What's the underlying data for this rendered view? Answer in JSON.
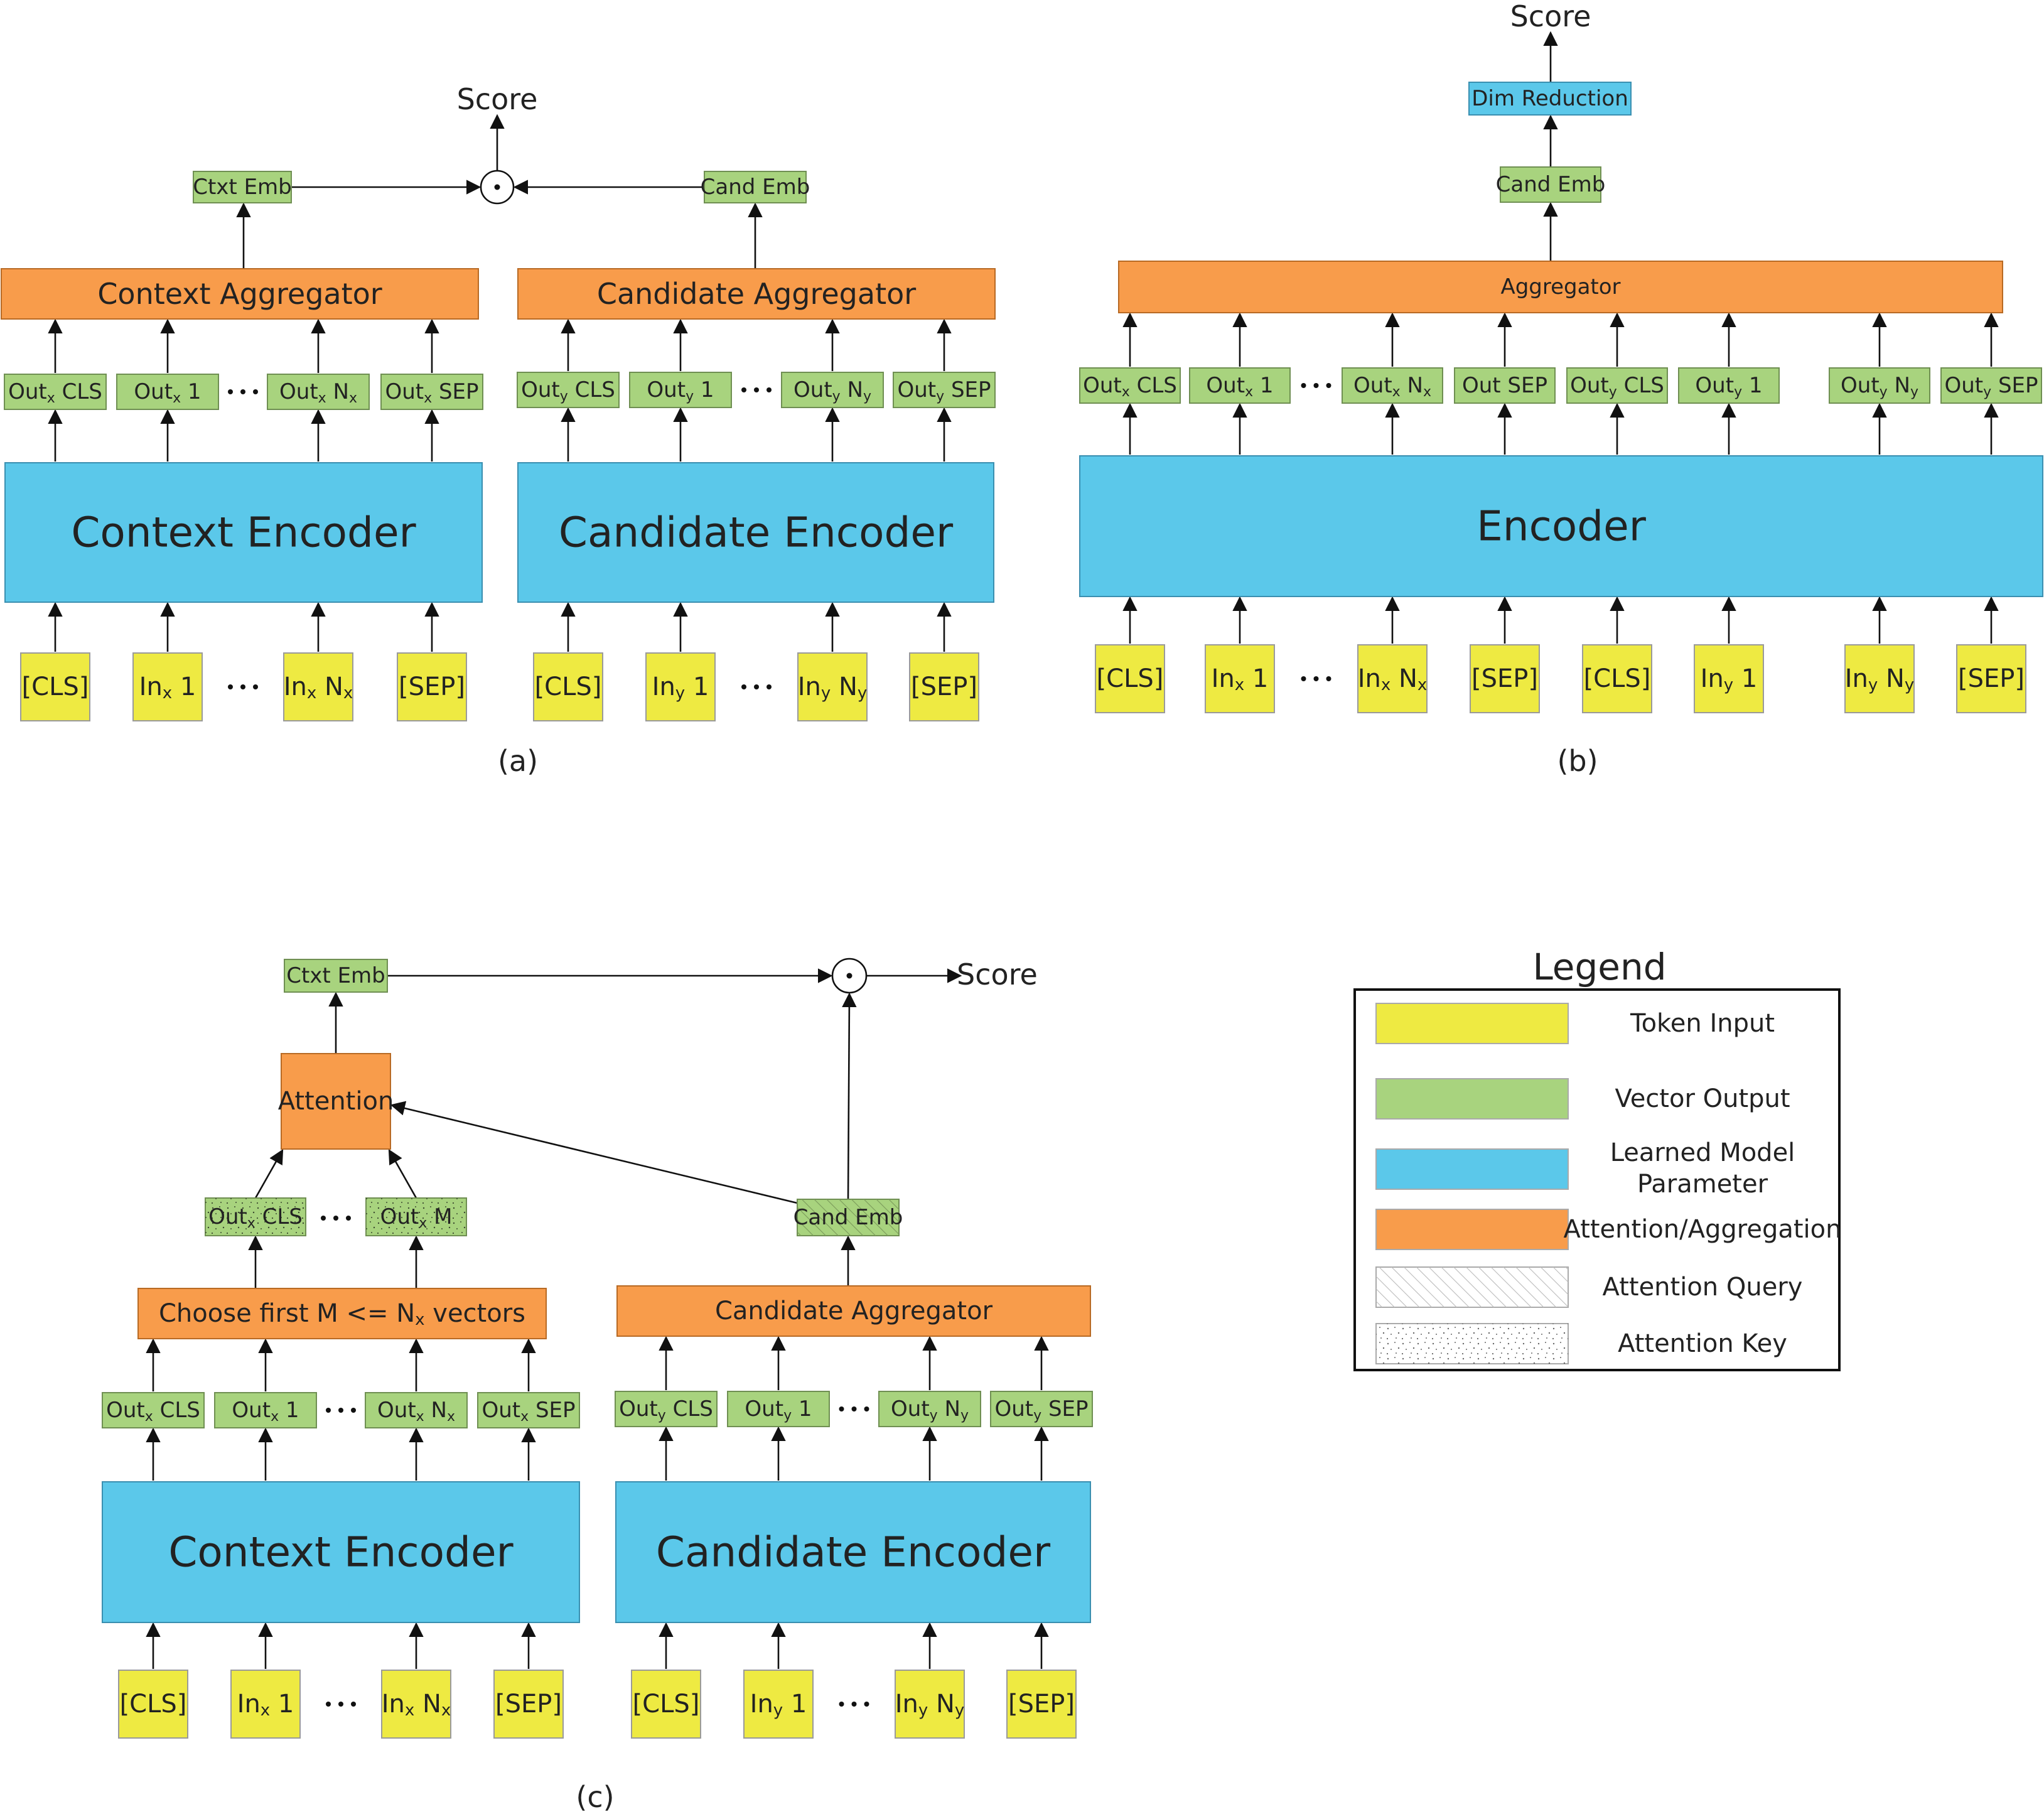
{
  "labels": {
    "score": "Score",
    "ctxt_emb": "Ctxt Emb",
    "cand_emb": "Cand Emb",
    "dim_reduction": "Dim Reduction",
    "context_aggregator": "Context Aggregator",
    "candidate_aggregator": "Candidate Aggregator",
    "aggregator": "Aggregator",
    "context_encoder": "Context Encoder",
    "candidate_encoder": "Candidate Encoder",
    "encoder": "Encoder",
    "attention": "Attention",
    "choose_first_pre": "Choose first M <= N",
    "choose_first_sub": "x",
    "choose_first_post": " vectors",
    "dot_symbol": "·",
    "ellipsis": "· · ·"
  },
  "tokens": {
    "inputs_x": [
      {
        "main": "[CLS]",
        "sub": "",
        "tail": ""
      },
      {
        "main": "In",
        "sub": "x",
        "tail": " 1"
      },
      {
        "main": "In",
        "sub": "x",
        "tail": " N"
      },
      {
        "main": "[SEP]",
        "sub": "",
        "tail": ""
      }
    ],
    "inputs_y": [
      {
        "main": "[CLS]",
        "sub": "",
        "tail": ""
      },
      {
        "main": "In",
        "sub": "y",
        "tail": " 1"
      },
      {
        "main": "In",
        "sub": "y",
        "tail": " N"
      },
      {
        "main": "[SEP]",
        "sub": "",
        "tail": ""
      }
    ],
    "outputs_x": [
      {
        "main": "Out",
        "sub": "x",
        "tail": " CLS"
      },
      {
        "main": "Out",
        "sub": "x",
        "tail": " 1"
      },
      {
        "main": "Out",
        "sub": "x",
        "tail": " N"
      },
      {
        "main": "Out",
        "sub": "x",
        "tail": " SEP"
      }
    ],
    "outputs_y": [
      {
        "main": "Out",
        "sub": "y",
        "tail": " CLS"
      },
      {
        "main": "Out",
        "sub": "y",
        "tail": " 1"
      },
      {
        "main": "Out",
        "sub": "y",
        "tail": " N"
      },
      {
        "main": "Out",
        "sub": "y",
        "tail": " SEP"
      }
    ],
    "outputs_b": [
      {
        "main": "Out",
        "sub": "x",
        "tail": " CLS"
      },
      {
        "main": "Out",
        "sub": "x",
        "tail": " 1"
      },
      {
        "main": "Out",
        "sub": "x",
        "tail": " N"
      },
      {
        "main": "Out SEP",
        "sub": "",
        "tail": ""
      },
      {
        "main": "Out",
        "sub": "y",
        "tail": " CLS"
      },
      {
        "main": "Out",
        "sub": "y",
        "tail": " 1"
      },
      {
        "main": "Out",
        "sub": "y",
        "tail": " N"
      },
      {
        "main": "Out",
        "sub": "y",
        "tail": " SEP"
      }
    ],
    "inputs_b": [
      {
        "main": "[CLS]",
        "sub": "",
        "tail": ""
      },
      {
        "main": "In",
        "sub": "x",
        "tail": " 1"
      },
      {
        "main": "In",
        "sub": "x",
        "tail": " N"
      },
      {
        "main": "[SEP]",
        "sub": "",
        "tail": ""
      },
      {
        "main": "[CLS]",
        "sub": "",
        "tail": ""
      },
      {
        "main": "In",
        "sub": "y",
        "tail": " 1"
      },
      {
        "main": "In",
        "sub": "y",
        "tail": " N"
      },
      {
        "main": "[SEP]",
        "sub": "",
        "tail": ""
      }
    ],
    "attn_keys": [
      {
        "main": "Out",
        "sub": "x",
        "tail": " CLS"
      },
      {
        "main": "Out",
        "sub": "x",
        "tail": " M"
      }
    ]
  },
  "panels": {
    "a": "(a)",
    "b": "(b)",
    "c": "(c)"
  },
  "legend": {
    "title": "Legend",
    "items": [
      {
        "label": "Token Input",
        "kind": "input"
      },
      {
        "label": "Vector Output",
        "kind": "vector"
      },
      {
        "label": "Learned Model",
        "label2": "Parameter",
        "kind": "encoder"
      },
      {
        "label": "Attention/Aggregation",
        "kind": "aggregator"
      },
      {
        "label": "Attention Query",
        "kind": "query"
      },
      {
        "label": "Attention Key",
        "kind": "key"
      }
    ],
    "colors": {
      "input": "#eeea42",
      "vector": "#a8d37e",
      "encoder": "#5bc8ea",
      "aggregator": "#f89c4b"
    }
  }
}
